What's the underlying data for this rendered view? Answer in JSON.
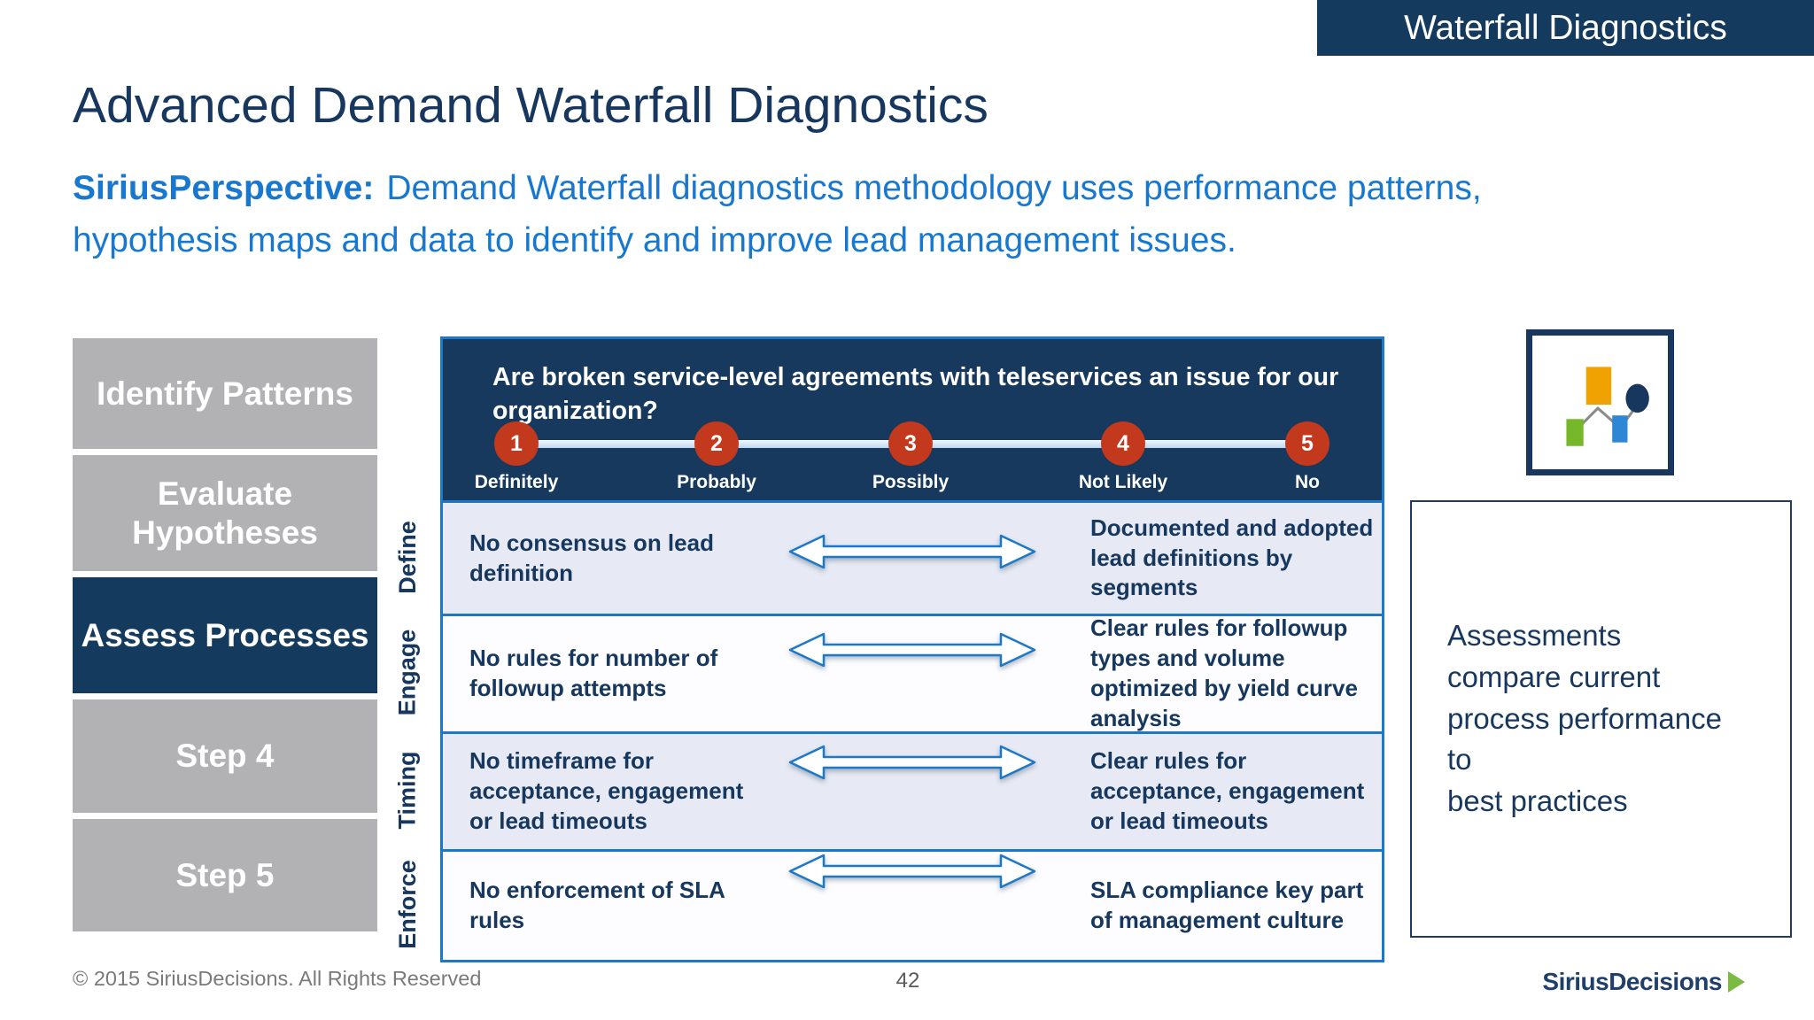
{
  "header": {
    "badge": "Waterfall Diagnostics"
  },
  "title": "Advanced Demand Waterfall Diagnostics",
  "perspective": {
    "label": "SiriusPerspective:",
    "text": "Demand Waterfall diagnostics methodology uses performance patterns, hypothesis maps and data to identify and improve lead management issues."
  },
  "sidebar": {
    "items": [
      {
        "label": "Identify Patterns",
        "active": false
      },
      {
        "label": "Evaluate Hypotheses",
        "active": false
      },
      {
        "label": "Assess Processes",
        "active": true
      },
      {
        "label": "Step 4",
        "active": false
      },
      {
        "label": "Step 5",
        "active": false
      }
    ]
  },
  "diagnostic": {
    "question": "Are broken service-level agreements with teleservices an issue for our organization?",
    "scale": [
      {
        "value": "1",
        "label": "Definitely"
      },
      {
        "value": "2",
        "label": "Probably"
      },
      {
        "value": "3",
        "label": "Possibly"
      },
      {
        "value": "4",
        "label": "Not Likely"
      },
      {
        "value": "5",
        "label": "No"
      }
    ],
    "rows": [
      {
        "dimension": "Define",
        "current": "No consensus on lead definition",
        "best": "Documented and adopted lead definitions by segments"
      },
      {
        "dimension": "Engage",
        "current": "No rules for number of followup attempts",
        "best": "Clear rules for followup types and volume optimized by yield curve analysis"
      },
      {
        "dimension": "Timing",
        "current": "No timeframe for acceptance, engagement or lead timeouts",
        "best": "Clear rules for acceptance, engagement or lead timeouts"
      },
      {
        "dimension": "Enforce",
        "current": "No enforcement of SLA rules",
        "best": "SLA compliance key part of management culture"
      }
    ]
  },
  "assessment_note": "Assessments\ncompare current\nprocess performance\nto\nbest practices",
  "footer": {
    "copyright": "© 2015 SiriusDecisions. All Rights Reserved",
    "page": "42",
    "logo": "SiriusDecisions"
  },
  "colors": {
    "navy": "#17375E",
    "panel_navy": "#16395D",
    "accent_blue": "#1E78C8",
    "perspective_blue": "#1878D0",
    "sidebar_gray": "#B2B2B4",
    "circle_red": "#C2391E",
    "logo_green": "#7CBB42",
    "row_lavender": "#E7EAF4",
    "icon_orange": "#F0A202",
    "icon_green": "#76B82A",
    "icon_blue": "#2E86D6"
  }
}
